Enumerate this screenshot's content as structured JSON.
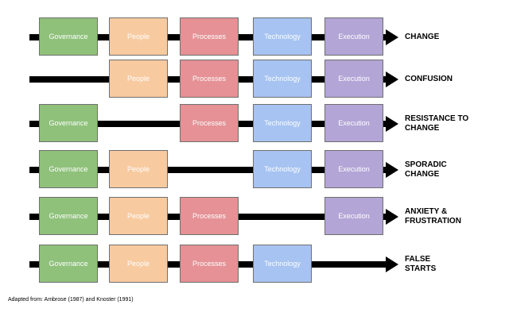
{
  "colors": {
    "governance": "#8fc17b",
    "people": "#f8caa0",
    "processes": "#e59195",
    "technology": "#a6c3f1",
    "execution": "#b3a5d6",
    "line": "#000000"
  },
  "labels": {
    "governance": "Governance",
    "people": "People",
    "processes": "Processes",
    "technology": "Technology",
    "execution": "Execution"
  },
  "rows": [
    {
      "outcome": "CHANGE",
      "present": [
        true,
        true,
        true,
        true,
        true
      ]
    },
    {
      "outcome": "CONFUSION",
      "present": [
        false,
        true,
        true,
        true,
        true
      ]
    },
    {
      "outcome": "RESISTANCE TO\nCHANGE",
      "present": [
        true,
        false,
        true,
        true,
        true
      ]
    },
    {
      "outcome": "SPORADIC\nCHANGE",
      "present": [
        true,
        true,
        false,
        true,
        true
      ]
    },
    {
      "outcome": "ANXIETY &\nFRUSTRATION",
      "present": [
        true,
        true,
        true,
        false,
        true
      ]
    },
    {
      "outcome": "FALSE\nSTARTS",
      "present": [
        true,
        true,
        true,
        true,
        false
      ]
    }
  ],
  "caption": "Adapted from: Ambrose (1987) and Knoster (1991)"
}
